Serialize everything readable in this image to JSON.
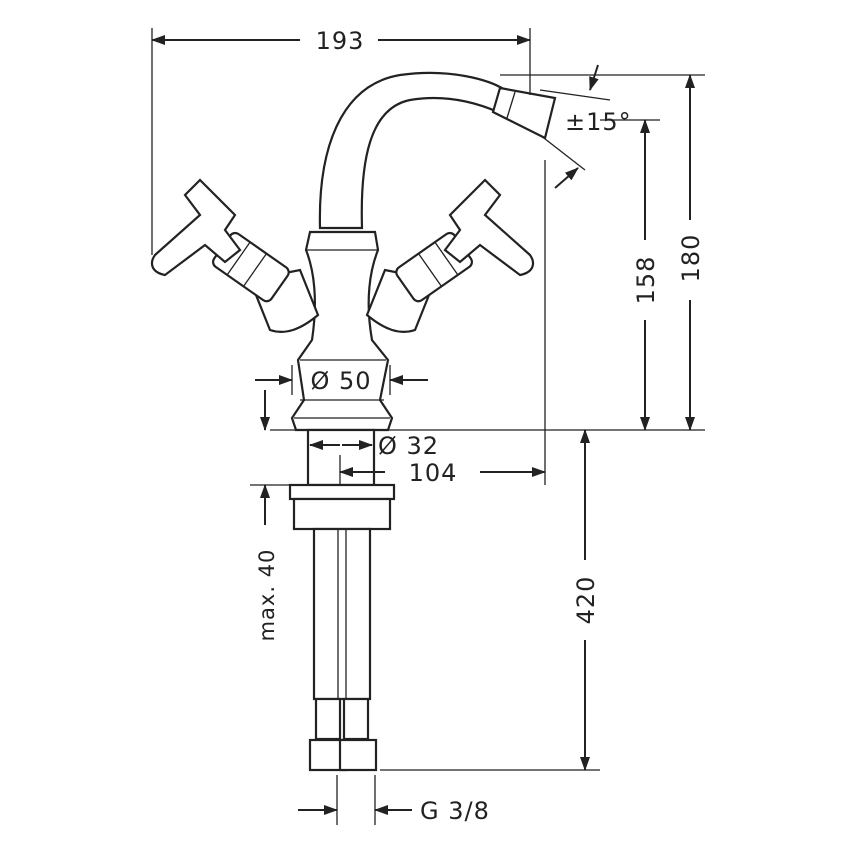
{
  "drawing": {
    "dimensions": {
      "width_total": "193",
      "spout_angle": "±15°",
      "height_to_spout": "158",
      "height_total": "180",
      "body_diameter": "Ø 50",
      "shank_diameter": "Ø 32",
      "projection": "104",
      "max_deck_thickness": "max. 40",
      "hose_length": "420",
      "connection_thread": "G 3/8"
    },
    "line_color": "#222222"
  }
}
